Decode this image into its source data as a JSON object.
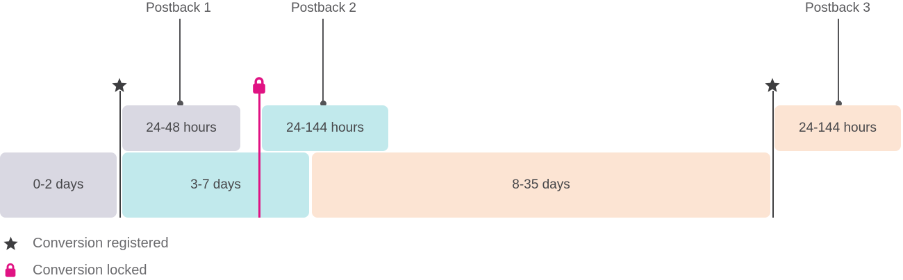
{
  "postbacks": [
    {
      "label": "Postback 1",
      "window": "24-48 hours"
    },
    {
      "label": "Postback 2",
      "window": "24-144 hours"
    },
    {
      "label": "Postback 3",
      "window": "24-144 hours"
    }
  ],
  "periods": [
    {
      "label": "0-2 days"
    },
    {
      "label": "3-7 days"
    },
    {
      "label": "8-35 days"
    }
  ],
  "legend": [
    {
      "icon": "star-icon",
      "label": "Conversion registered"
    },
    {
      "icon": "lock-icon",
      "label": "Conversion locked"
    }
  ],
  "colors": {
    "lavender_box": "#d9d8e2",
    "cyan_box": "#c1e9ec",
    "peach_box": "#fce4d3",
    "magenta_accent": "#e01383",
    "marker_gray": "#3e3e40",
    "connector_gray": "#545457"
  }
}
